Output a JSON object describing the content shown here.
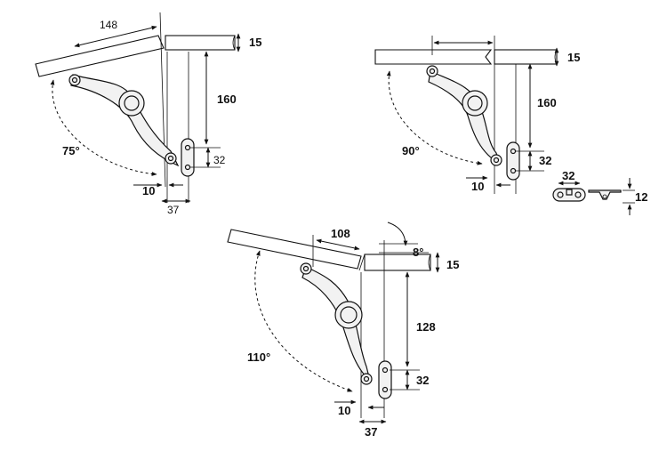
{
  "diagrams": {
    "d75": {
      "width": "148",
      "thickness": "15",
      "height": "160",
      "hole_spacing": "32",
      "offset": "10",
      "base": "37",
      "angle": "75°"
    },
    "d90": {
      "thickness": "15",
      "height": "160",
      "hole_spacing": "32",
      "offset": "10",
      "angle": "90°"
    },
    "plate": {
      "hole_spacing": "32",
      "height": "12"
    },
    "d110": {
      "width": "108",
      "tilt": "8°",
      "thickness": "15",
      "height": "128",
      "hole_spacing": "32",
      "offset": "10",
      "base": "37",
      "angle": "110°"
    }
  }
}
